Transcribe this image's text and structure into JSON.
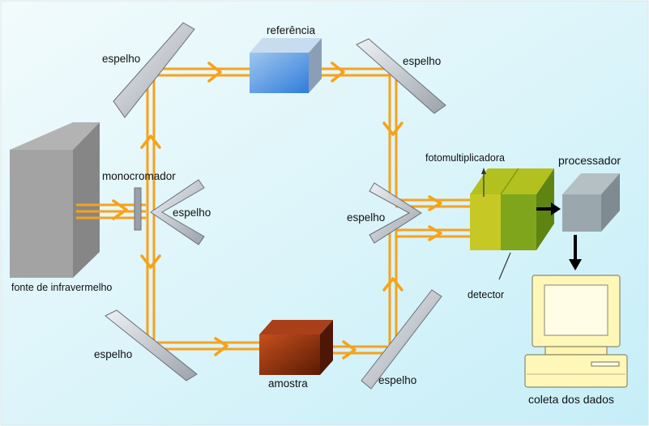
{
  "labels": {
    "source": "fonte de infravermelho",
    "monochromator": "monocromador",
    "mirror": "espelho",
    "reference": "referência",
    "sample": "amostra",
    "photomultiplier": "fotomultiplicadora",
    "detector": "detector",
    "processor": "processador",
    "data_collection": "coleta dos dados"
  },
  "colors": {
    "background_start": "#eaf7fa",
    "background_end": "#c9eef8",
    "beam": "#f7a21b",
    "mirror": "#c8cbd0",
    "reference": "#4f8fe0",
    "sample": "#8a2d0a",
    "photomultiplier_yellow": "#c9cc22",
    "photomultiplier_green": "#7aa31c",
    "processor": "#9aa7ad",
    "computer": "#fff7b8",
    "arrow": "#000000"
  },
  "icons": [
    "beam-arrow-icon",
    "connector-arrow-icon"
  ]
}
